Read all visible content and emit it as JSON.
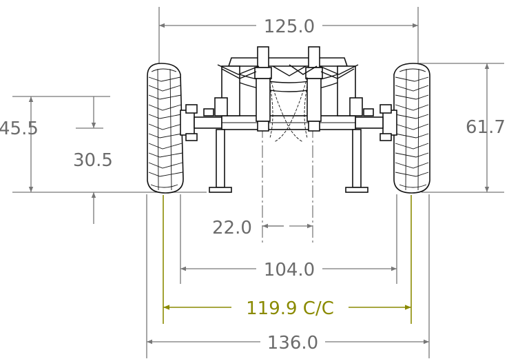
{
  "drawing": {
    "subject": "trailer-front-view",
    "colors": {
      "dimension": "#6b6b6b",
      "accent_dimension": "#8a8a00",
      "part": "#111111"
    }
  },
  "dimensions": {
    "overall_top": "125.0",
    "height_left_outer": "45.5",
    "height_left_inner": "30.5",
    "height_right": "61.7",
    "center_gap": "22.0",
    "inner_track": "104.0",
    "center_to_center": "119.9 C/C",
    "overall_bottom": "136.0"
  }
}
